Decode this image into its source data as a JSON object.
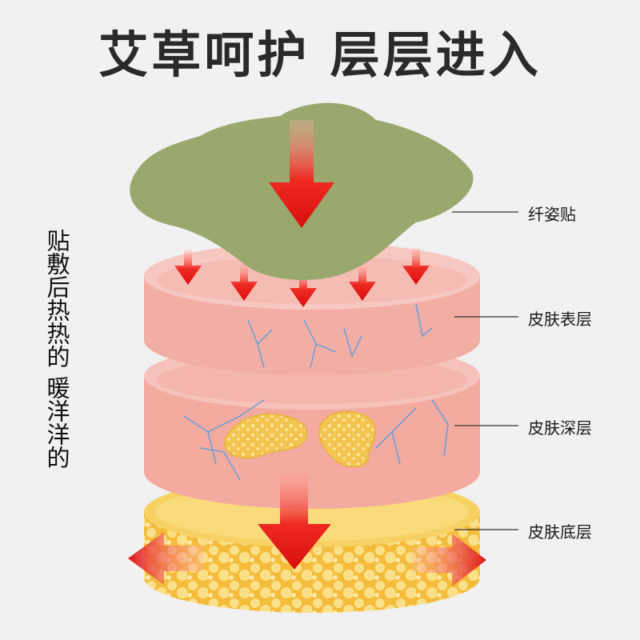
{
  "title": "艾草呵护 层层进入",
  "side_text": {
    "line1": "贴敷后热热的",
    "line2": "暖洋洋的"
  },
  "labels": {
    "patch": "纤姿贴",
    "epidermis": "皮肤表层",
    "dermis": "皮肤深层",
    "base": "皮肤底层"
  },
  "colors": {
    "patch": "#9aa86d",
    "epidermis": "#f2b4ac",
    "dermis": "#f0a79c",
    "base": "#f6c64a",
    "arrow": "#e8201c",
    "vein": "#6f9fd8"
  }
}
